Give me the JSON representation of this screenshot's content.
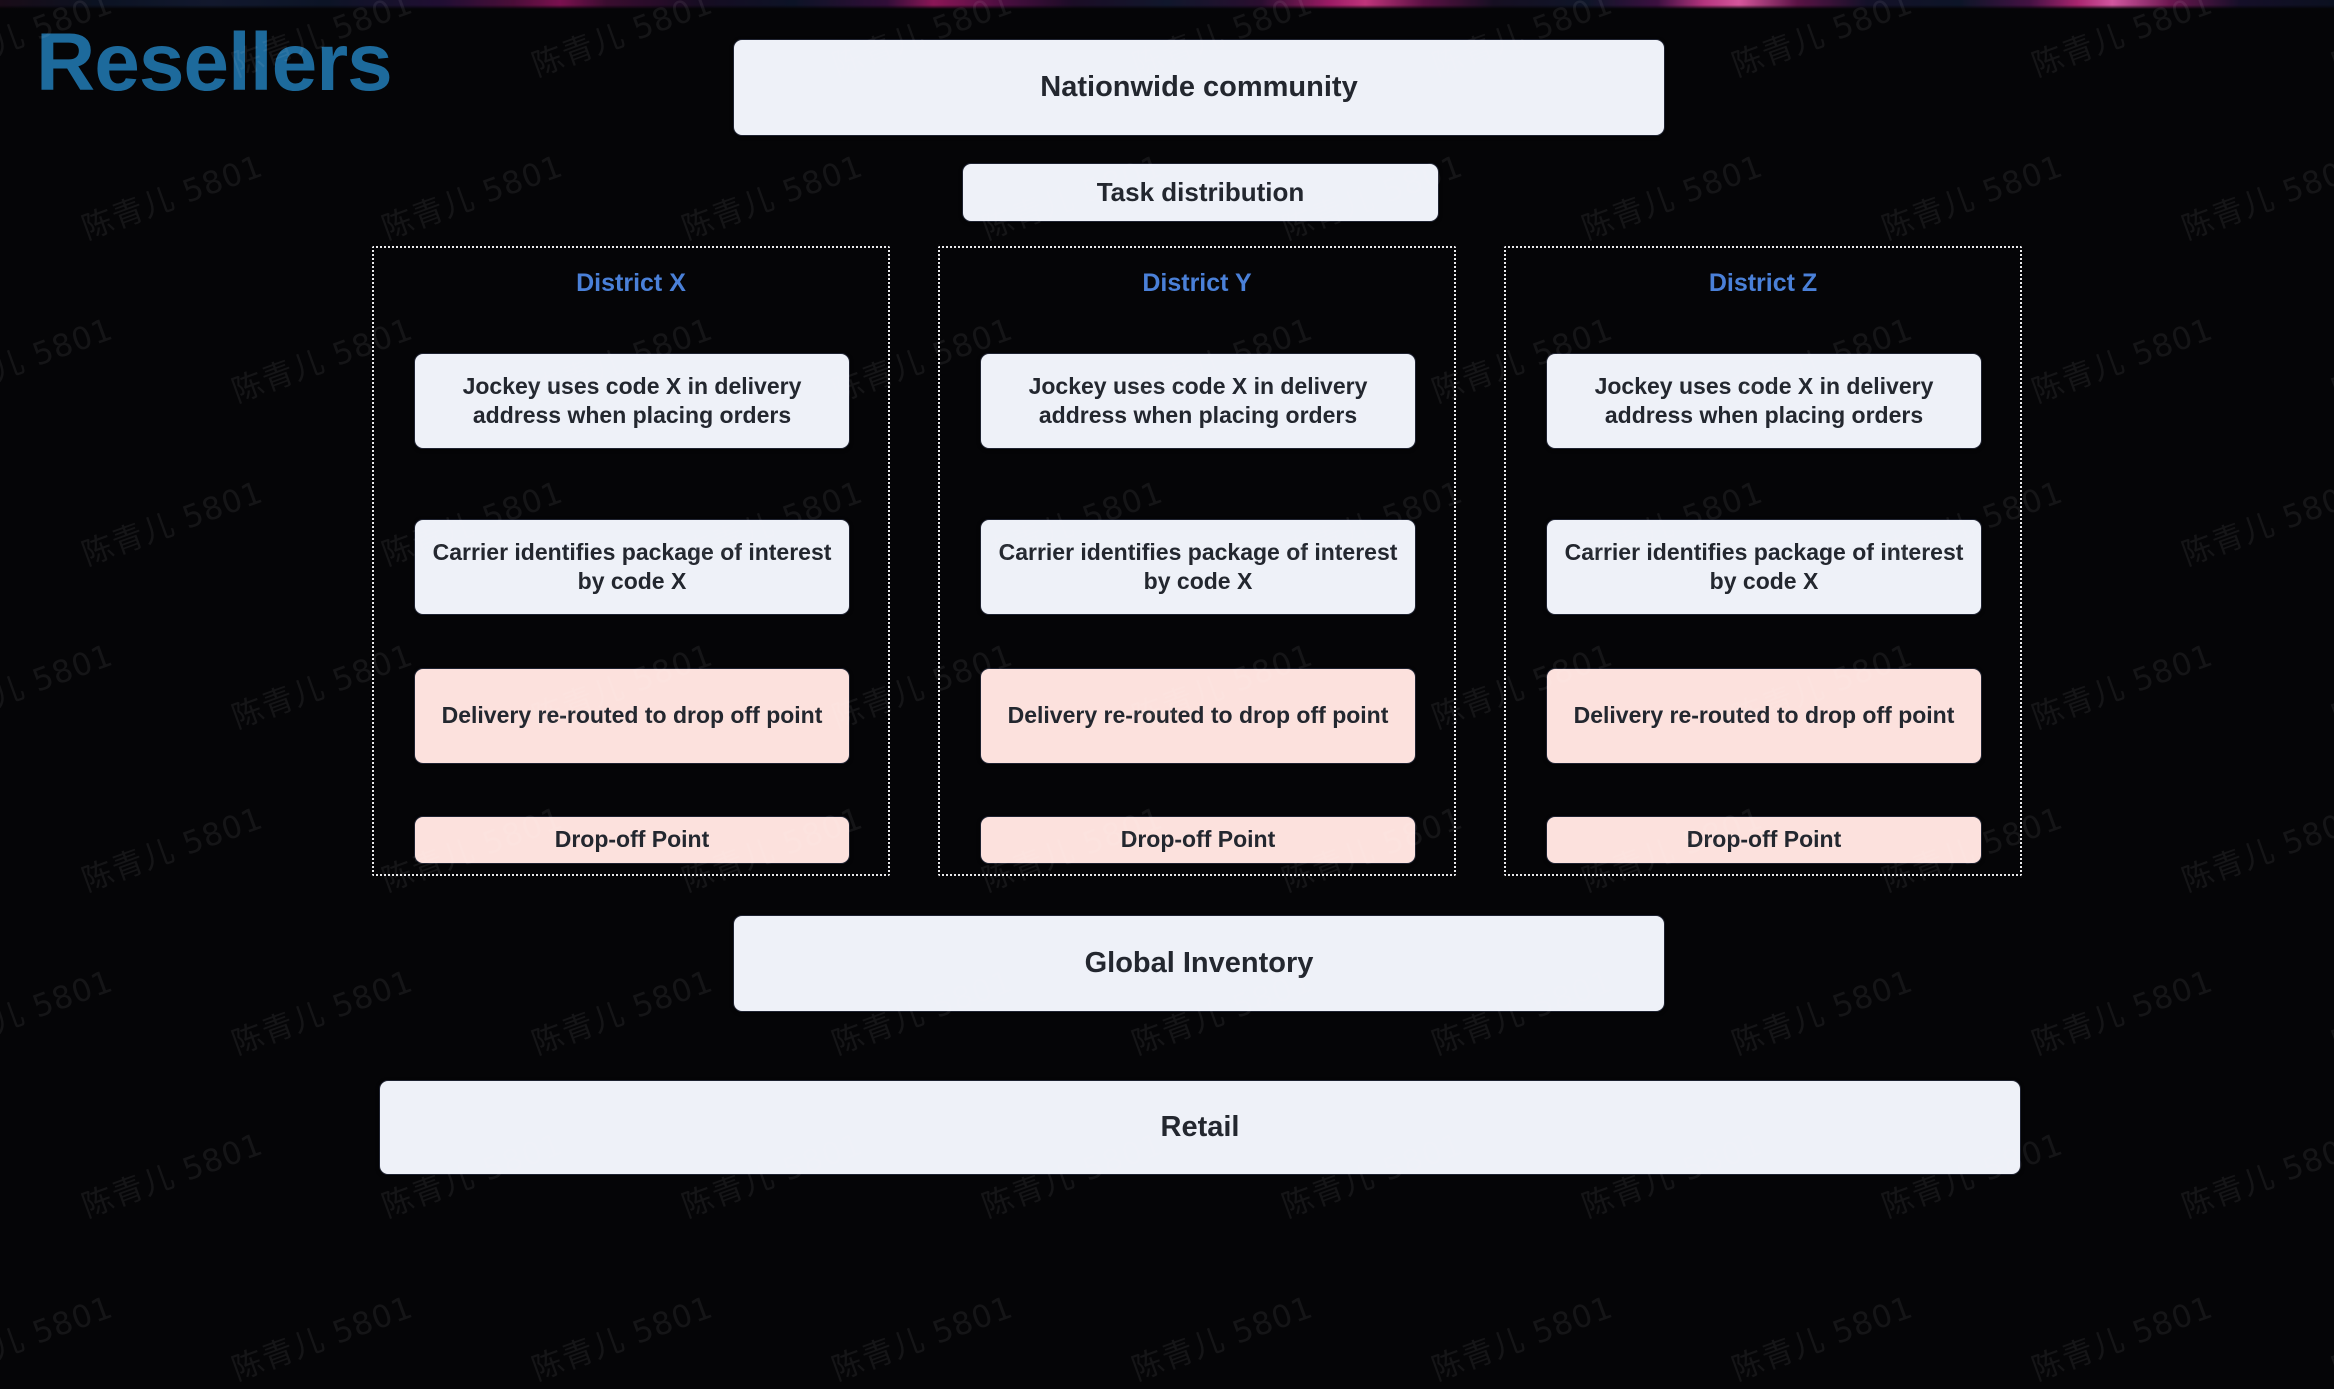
{
  "page": {
    "title": "Resellers",
    "title_color": "#1d6a9c",
    "background_color": "#050507",
    "watermark_text": "陈青儿 5801"
  },
  "flow": {
    "top_node": "Nationwide community",
    "distribution_node": "Task distribution",
    "inventory_node": "Global Inventory",
    "retail_node": "Retail"
  },
  "districts": [
    {
      "name": "District X",
      "name_color": "#4a80d8",
      "steps": [
        {
          "label": "Jockey uses code X in delivery address when placing orders",
          "tone": "light"
        },
        {
          "label": "Carrier identifies package of interest by code X",
          "tone": "light"
        },
        {
          "label": "Delivery re-routed to drop off point",
          "tone": "pink"
        },
        {
          "label": "Drop-off Point",
          "tone": "pink"
        }
      ]
    },
    {
      "name": "District Y",
      "name_color": "#4a80d8",
      "steps": [
        {
          "label": "Jockey uses code X in delivery address when placing orders",
          "tone": "light"
        },
        {
          "label": "Carrier identifies package of interest by code X",
          "tone": "light"
        },
        {
          "label": "Delivery re-routed to drop off point",
          "tone": "pink"
        },
        {
          "label": "Drop-off Point",
          "tone": "pink"
        }
      ]
    },
    {
      "name": "District Z",
      "name_color": "#4a80d8",
      "steps": [
        {
          "label": "Jockey uses code X in delivery address when placing orders",
          "tone": "light"
        },
        {
          "label": "Carrier identifies package of interest by code X",
          "tone": "light"
        },
        {
          "label": "Delivery re-routed to drop off point",
          "tone": "pink"
        },
        {
          "label": "Drop-off Point",
          "tone": "pink"
        }
      ]
    }
  ],
  "colors": {
    "card_light": "#eef1f8",
    "card_pink": "#fce1dd",
    "card_text": "#23272f",
    "district_border": "#e8e8ea"
  }
}
